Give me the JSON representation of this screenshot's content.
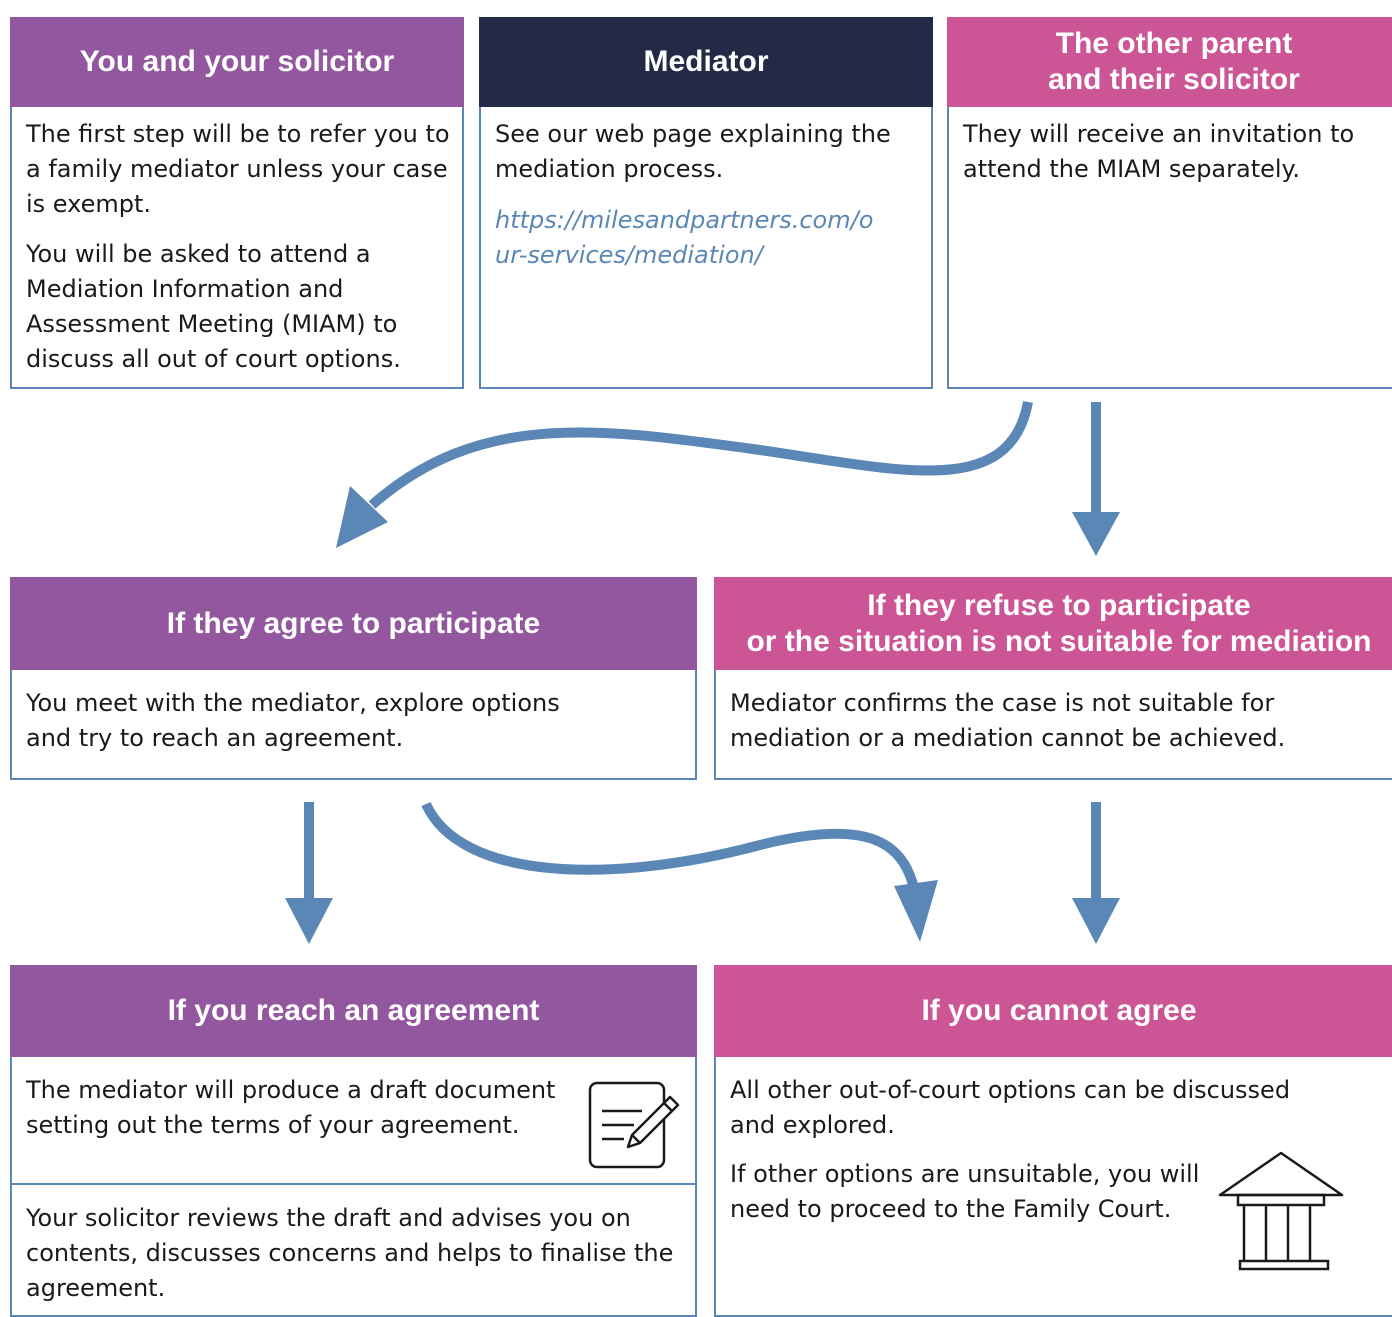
{
  "colors": {
    "purple": "#93579f",
    "navy": "#222a45",
    "pink": "#cc5595",
    "border": "#5b87b6",
    "arrow": "#5b87b6"
  },
  "top": {
    "you": {
      "title": "You and your solicitor",
      "p1": "The first step will be to refer you to a family mediator unless your case is exempt.",
      "p2": "You will be asked to attend a Mediation Information and Assessment Meeting (MIAM) to discuss all out of court options."
    },
    "mediator": {
      "title": "Mediator",
      "p1": "See our web page explaining the mediation process.",
      "link": "https://milesandpartners.com/our-services/mediation/"
    },
    "other": {
      "title_line1": "The other parent",
      "title_line2": "and their solicitor",
      "p1": "They will receive an invitation to attend the MIAM separately."
    }
  },
  "middle": {
    "agree": {
      "title": "If they agree to participate",
      "p1": "You meet with the mediator, explore options and try to reach an agreement."
    },
    "refuse": {
      "title_line1": "If they refuse to participate",
      "title_line2": "or the situation is not suitable for mediation",
      "p1": "Mediator confirms the case is not suitable for mediation or a mediation cannot be achieved."
    }
  },
  "bottom": {
    "reach": {
      "title": "If you reach an agreement",
      "p1": "The mediator will produce a draft document setting out the terms of your agreement.",
      "p2": "Your solicitor reviews the draft and advises you on contents, discusses concerns and helps to finalise the agreement.",
      "icon": "document-edit-icon"
    },
    "cannot": {
      "title": "If you cannot agree",
      "p1": "All other out-of-court options can be discussed and explored.",
      "p2": "If other options are unsuitable, you will need to proceed to the Family Court.",
      "icon": "courthouse-icon"
    }
  }
}
